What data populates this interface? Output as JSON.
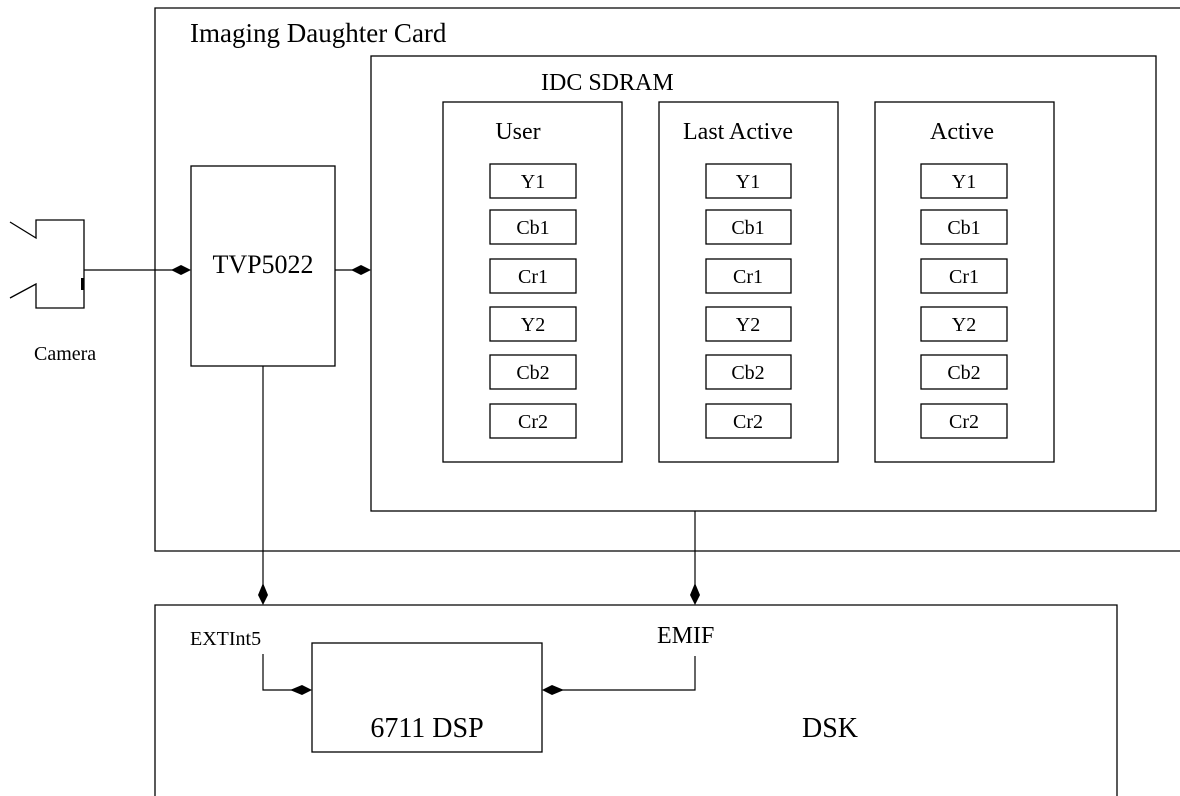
{
  "diagram": {
    "card_title": "Imaging Daughter Card",
    "sdram_title": "IDC SDRAM",
    "buffers": [
      {
        "title": "User",
        "fields": [
          "Y1",
          "Cb1",
          "Cr1",
          "Y2",
          "Cb2",
          "Cr2"
        ]
      },
      {
        "title": "Last Active",
        "fields": [
          "Y1",
          "Cb1",
          "Cr1",
          "Y2",
          "Cb2",
          "Cr2"
        ]
      },
      {
        "title": "Active",
        "fields": [
          "Y1",
          "Cb1",
          "Cr1",
          "Y2",
          "Cb2",
          "Cr2"
        ]
      }
    ],
    "decoder_label": "TVP5022",
    "camera_label": "Camera",
    "extint_label": "EXTInt5",
    "emif_label": "EMIF",
    "dsp_label": "6711 DSP",
    "dsk_label": "DSK"
  }
}
